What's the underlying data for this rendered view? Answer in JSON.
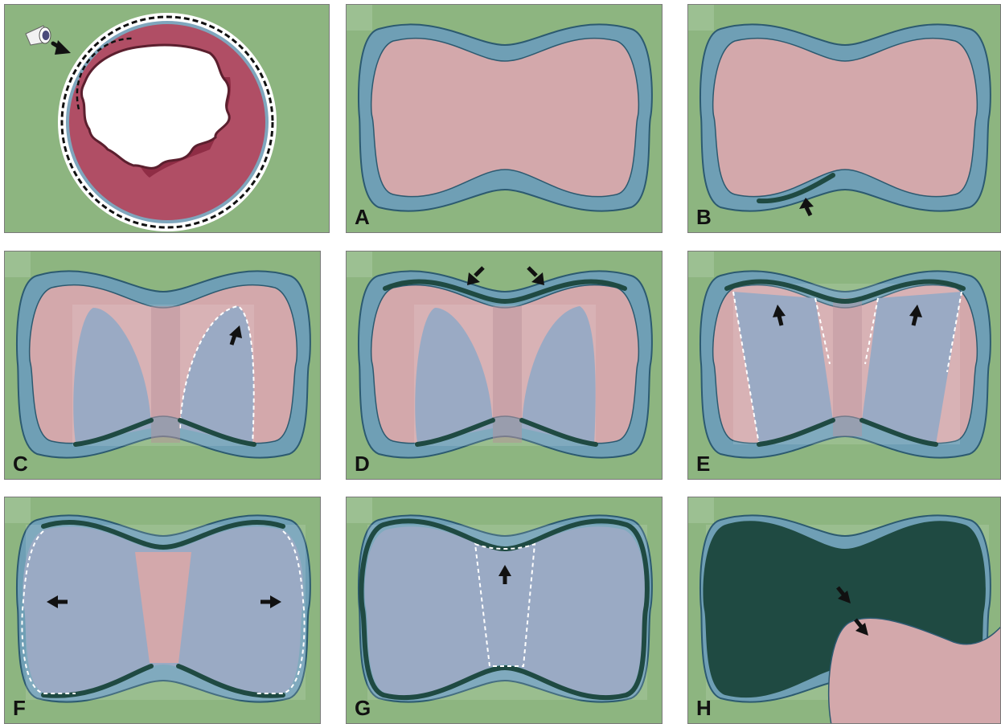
{
  "figure": {
    "panels": [
      {
        "id": "overview",
        "label": ""
      },
      {
        "id": "A",
        "label": "A"
      },
      {
        "id": "B",
        "label": "B"
      },
      {
        "id": "C",
        "label": "C"
      },
      {
        "id": "D",
        "label": "D"
      },
      {
        "id": "E",
        "label": "E"
      },
      {
        "id": "F",
        "label": "F"
      },
      {
        "id": "G",
        "label": "G"
      },
      {
        "id": "H",
        "label": "H"
      }
    ]
  },
  "colors": {
    "background_tissue": "#8db580",
    "outer_wall": "#6f9fb5",
    "lumen_pink": "#d3a8ab",
    "layer_blue": "#9aaac4",
    "dark_band": "#1f4a42",
    "mucosa_red": "#b04e65",
    "arrow": "#111111",
    "dashed_outline": "#ffffff"
  }
}
